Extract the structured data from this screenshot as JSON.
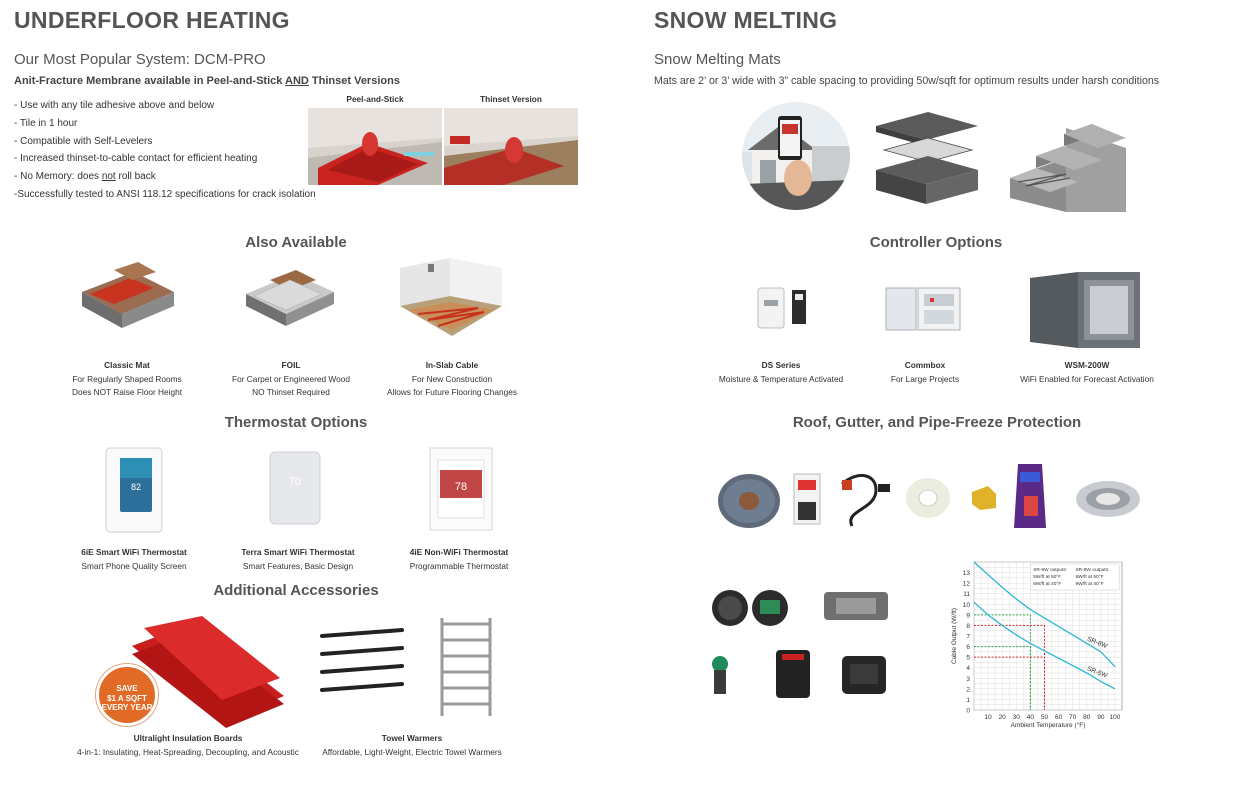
{
  "left": {
    "title": "UNDERFLOOR HEATING",
    "system_title": "Our Most Popular System: DCM-PRO",
    "membrane_line": {
      "pre": "Anit-Fracture Membrane available in Peel-and-Stick ",
      "and": "AND",
      "post": " Thinset Versions"
    },
    "bullets": [
      "- Use with any tile adhesive above and below",
      "- Tile in 1 hour",
      "- Compatible with Self-Levelers",
      "- Increased thinset-to-cable contact for efficient heating"
    ],
    "bullet_memory": {
      "pre": "- No Memory: does ",
      "not": "not",
      "post": " roll back"
    },
    "bullet_last": "-Successfully tested to ANSI 118.12 specifications for crack isolation",
    "versions": [
      {
        "label": "Peel-and-Stick"
      },
      {
        "label": "Thinset Version"
      }
    ],
    "also_available": {
      "heading": "Also Available",
      "items": [
        {
          "title": "Classic Mat",
          "line1": "For Regularly Shaped Rooms",
          "line2": "Does NOT Raise Floor Height"
        },
        {
          "title": "FOIL",
          "line1": "For Carpet or Engineered Wood",
          "line2": "NO Thinset Required"
        },
        {
          "title": "In-Slab Cable",
          "line1": "For New Construction",
          "line2": "Allows for Future Flooring Changes"
        }
      ]
    },
    "thermostats": {
      "heading": "Thermostat Options",
      "items": [
        {
          "title": "6iE Smart WiFi Thermostat",
          "line1": "Smart Phone Quality Screen",
          "screen": "82"
        },
        {
          "title": "Terra Smart WiFi Thermostat",
          "line1": "Smart Features, Basic Design",
          "screen": "70"
        },
        {
          "title": "4iE Non-WiFi Thermostat",
          "line1": "Programmable Thermostat",
          "screen": "78"
        }
      ]
    },
    "accessories": {
      "heading": "Additional Accessories",
      "badge": {
        "l1": "SAVE",
        "l2": "$1 A SQFT",
        "l3": "EVERY YEAR"
      },
      "items": [
        {
          "title": "Ultralight Insulation Boards",
          "line1": "4-in-1: Insulating, Heat-Spreading, Decoupling, and Acoustic"
        },
        {
          "title": "Towel Warmers",
          "line1": "Affordable, Light-Weight, Electric Towel Warmers"
        }
      ]
    }
  },
  "right": {
    "title": "SNOW MELTING",
    "mats_title": "Snow Melting Mats",
    "mats_desc": "Mats are 2’ or 3’ wide with 3” cable spacing to providing 50w/sqft for optimum results under harsh conditions",
    "controllers": {
      "heading": "Controller Options",
      "items": [
        {
          "title": "DS Series",
          "line1": "Moisture & Temperature Activated"
        },
        {
          "title": "Commbox",
          "line1": "For Large Projects"
        },
        {
          "title": "WSM-200W",
          "line1": "WiFi Enabled for Forecast Activation"
        }
      ]
    },
    "roof": {
      "heading": "Roof, Gutter, and Pipe-Freeze Protection"
    }
  },
  "colors": {
    "red": "#d42a2a",
    "orange": "#e06a26",
    "cyan": "#2ab6d6",
    "heading_gray": "#555555"
  },
  "chart_data": {
    "type": "line",
    "xlabel": "Ambient Temperature (°F)",
    "ylabel": "Cable Output (W/ft)",
    "x_ticks": [
      10,
      20,
      30,
      40,
      50,
      60,
      70,
      80,
      90,
      100
    ],
    "y_ticks": [
      0,
      1,
      2,
      3,
      4,
      5,
      6,
      7,
      8,
      9,
      10,
      11,
      12,
      13
    ],
    "xlim": [
      0,
      105
    ],
    "ylim": [
      0,
      14
    ],
    "grid": true,
    "series": [
      {
        "name": "SR-8W",
        "color": "#2ab6d6",
        "x": [
          0,
          10,
          20,
          30,
          40,
          50,
          60,
          70,
          80,
          90,
          100
        ],
        "y": [
          14,
          12.8,
          11.6,
          10.5,
          9.5,
          8.7,
          7.9,
          7.1,
          6.3,
          5.5,
          4.1
        ]
      },
      {
        "name": "SR-5W",
        "color": "#2ab6d6",
        "x": [
          0,
          10,
          20,
          30,
          40,
          50,
          60,
          70,
          80,
          90,
          100
        ],
        "y": [
          10.2,
          9.0,
          8.0,
          7.1,
          6.3,
          5.6,
          4.9,
          4.2,
          3.5,
          2.7,
          2.0
        ]
      }
    ],
    "markers": [
      {
        "x": 40,
        "y": 9,
        "color": "#2aa84a"
      },
      {
        "x": 40,
        "y": 6,
        "color": "#2aa84a"
      },
      {
        "x": 50,
        "y": 8,
        "color": "#d42a2a"
      },
      {
        "x": 50,
        "y": 5,
        "color": "#d42a2a"
      }
    ],
    "legend": {
      "col1": [
        "SR-5W outputs:",
        "5W/ft at 50°F",
        "6W/ft at 40°F"
      ],
      "col2": [
        "SR-8W outputs:",
        "8W/ft at 50°F",
        "9W/ft at 40°F"
      ]
    }
  }
}
